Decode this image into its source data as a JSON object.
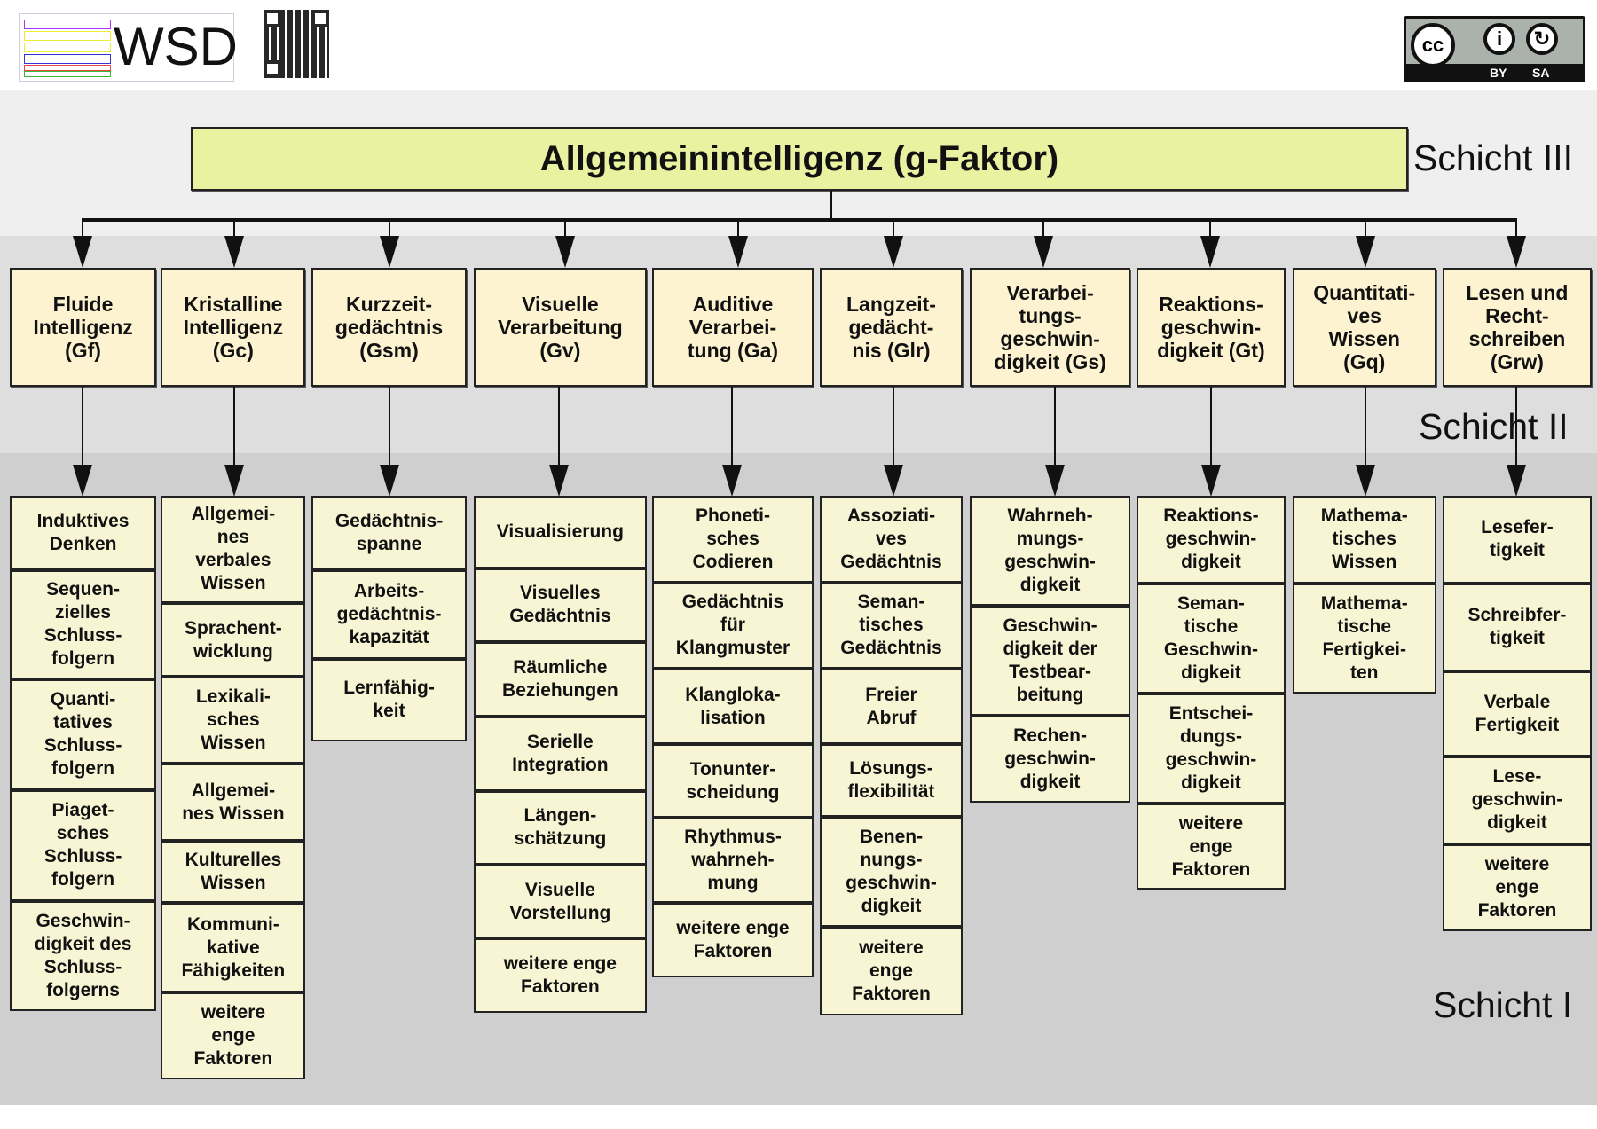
{
  "header": {
    "logo_text": "WSD",
    "qr_code": "qr-code",
    "license_badge": {
      "cc": "cc",
      "by": "BY",
      "sa": "SA"
    }
  },
  "title": "Allgemeinintelligenz (g-Faktor)",
  "layers": {
    "III": "Schicht III",
    "II": "Schicht II",
    "I": "Schicht I"
  },
  "colors": {
    "title_fill": "#e8f2a0",
    "broad_fill": "#fdf3d0",
    "narrow_fill": "#f7f5d4"
  },
  "columns": [
    {
      "label": "Fluide\nIntelligenz\n(Gf)",
      "items": [
        "Induktives\nDenken",
        "Sequen-\nzielles\nSchluss-\nfolgern",
        "Quanti-\ntatives\nSchluss-\nfolgern",
        "Piaget-\nsches\nSchluss-\nfolgern",
        "Geschwin-\ndigkeit des\nSchluss-\nfolgerns"
      ]
    },
    {
      "label": "Kristalline\nIntelligenz\n(Gc)",
      "items": [
        "Allgemei-\nnes\nverbales\nWissen",
        "Sprachent-\nwicklung",
        "Lexikali-\nsches\nWissen",
        "Allgemei-\nnes Wissen",
        "Kulturelles\nWissen",
        "Kommuni-\nkative\nFähigkeiten",
        "weitere\nenge\nFaktoren"
      ]
    },
    {
      "label": "Kurzzeit-\ngedächtnis\n(Gsm)",
      "items": [
        "Gedächtnis-\nspanne",
        "Arbeits-\ngedächtnis-\nkapazität",
        "Lernfähig-\nkeit"
      ]
    },
    {
      "label": "Visuelle\nVerarbeitung\n(Gv)",
      "items": [
        "Visualisierung",
        "Visuelles\nGedächtnis",
        "Räumliche\nBeziehungen",
        "Serielle\nIntegration",
        "Längen-\nschätzung",
        "Visuelle\nVorstellung",
        "weitere enge\nFaktoren"
      ]
    },
    {
      "label": "Auditive\nVerarbei-\ntung (Ga)",
      "items": [
        "Phoneti-\nsches\nCodieren",
        "Gedächtnis\nfür\nKlangmuster",
        "Klangloka-\nlisation",
        "Tonunter-\nscheidung",
        "Rhythmus-\nwahrneh-\nmung",
        "weitere enge\nFaktoren"
      ]
    },
    {
      "label": "Langzeit-\ngedächt-\nnis (Glr)",
      "items": [
        "Assoziati-\nves\nGedächtnis",
        "Seman-\ntisches\nGedächtnis",
        "Freier\nAbruf",
        "Lösungs-\nflexibilität",
        "Benen-\nnungs-\ngeschwin-\ndigkeit",
        "weitere\nenge\nFaktoren"
      ]
    },
    {
      "label": "Verarbei-\ntungs-\ngeschwin-\ndigkeit (Gs)",
      "items": [
        "Wahrneh-\nmungs-\ngeschwin-\ndigkeit",
        "Geschwin-\ndigkeit der\nTestbear-\nbeitung",
        "Rechen-\ngeschwin-\ndigkeit"
      ]
    },
    {
      "label": "Reaktions-\ngeschwin-\ndigkeit (Gt)",
      "items": [
        "Reaktions-\ngeschwin-\ndigkeit",
        "Seman-\ntische\nGeschwin-\ndigkeit",
        "Entschei-\ndungs-\ngeschwin-\ndigkeit",
        "weitere\nenge\nFaktoren"
      ]
    },
    {
      "label": "Quantitati-\nves\nWissen\n(Gq)",
      "items": [
        "Mathema-\ntisches\nWissen",
        "Mathema-\ntische\nFertigkei-\nten"
      ]
    },
    {
      "label": "Lesen und\nRecht-\nschreiben\n(Grw)",
      "items": [
        "Lesefer-\ntigkeit",
        "Schreibfer-\ntigkeit",
        "Verbale\nFertigkeit",
        "Lese-\ngeschwin-\ndigkeit",
        "weitere\nenge\nFaktoren"
      ]
    }
  ]
}
